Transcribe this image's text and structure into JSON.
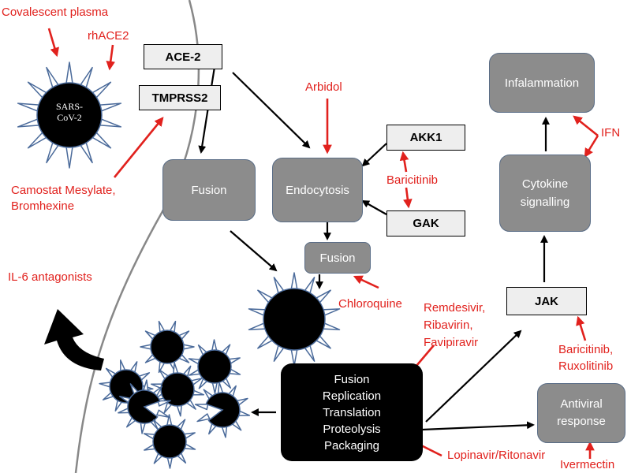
{
  "virus_label": [
    "SARS-",
    "CoV-2"
  ],
  "receptors": {
    "ace2": "ACE-2",
    "tmprss2": "TMPRSS2",
    "akk1": "AKK1",
    "gak": "GAK",
    "jak": "JAK"
  },
  "process_boxes": {
    "fusion_left": "Fusion",
    "endocytosis": "Endocytosis",
    "fusion_small": "Fusion",
    "inflammation": "Infalammation",
    "cytokine": [
      "Cytokine",
      "signalling"
    ],
    "antiviral": [
      "Antiviral",
      "response"
    ]
  },
  "replication_steps": [
    "Fusion",
    "Replication",
    "Translation",
    "Proteolysis",
    "Packaging"
  ],
  "drugs": {
    "covalescent_plasma": "Covalescent plasma",
    "rhace2": "rhACE2",
    "arbidol": "Arbidol",
    "camostat": [
      "Camostat Mesylate,",
      "Bromhexine"
    ],
    "baricitinib_top": "Baricitinib",
    "il6": "IL-6 antagonists",
    "chloroquine": "Chloroquine",
    "remdesivir": [
      "Remdesivir,",
      "Ribavirin,",
      "Favipiravir"
    ],
    "ifn": "IFN",
    "baricitinib_ruxolitinib": [
      "Baricitinib,",
      "Ruxolitinib"
    ],
    "lopinavir": "Lopinavir/Ritonavir",
    "ivermectin": "Ivermectin"
  },
  "colors": {
    "drug_red": "#e1211d",
    "box_gray": "#8c8c8c",
    "box_border": "#5a6d86",
    "spike_blue": "#4a6a9a",
    "membrane_gray": "#888888"
  }
}
